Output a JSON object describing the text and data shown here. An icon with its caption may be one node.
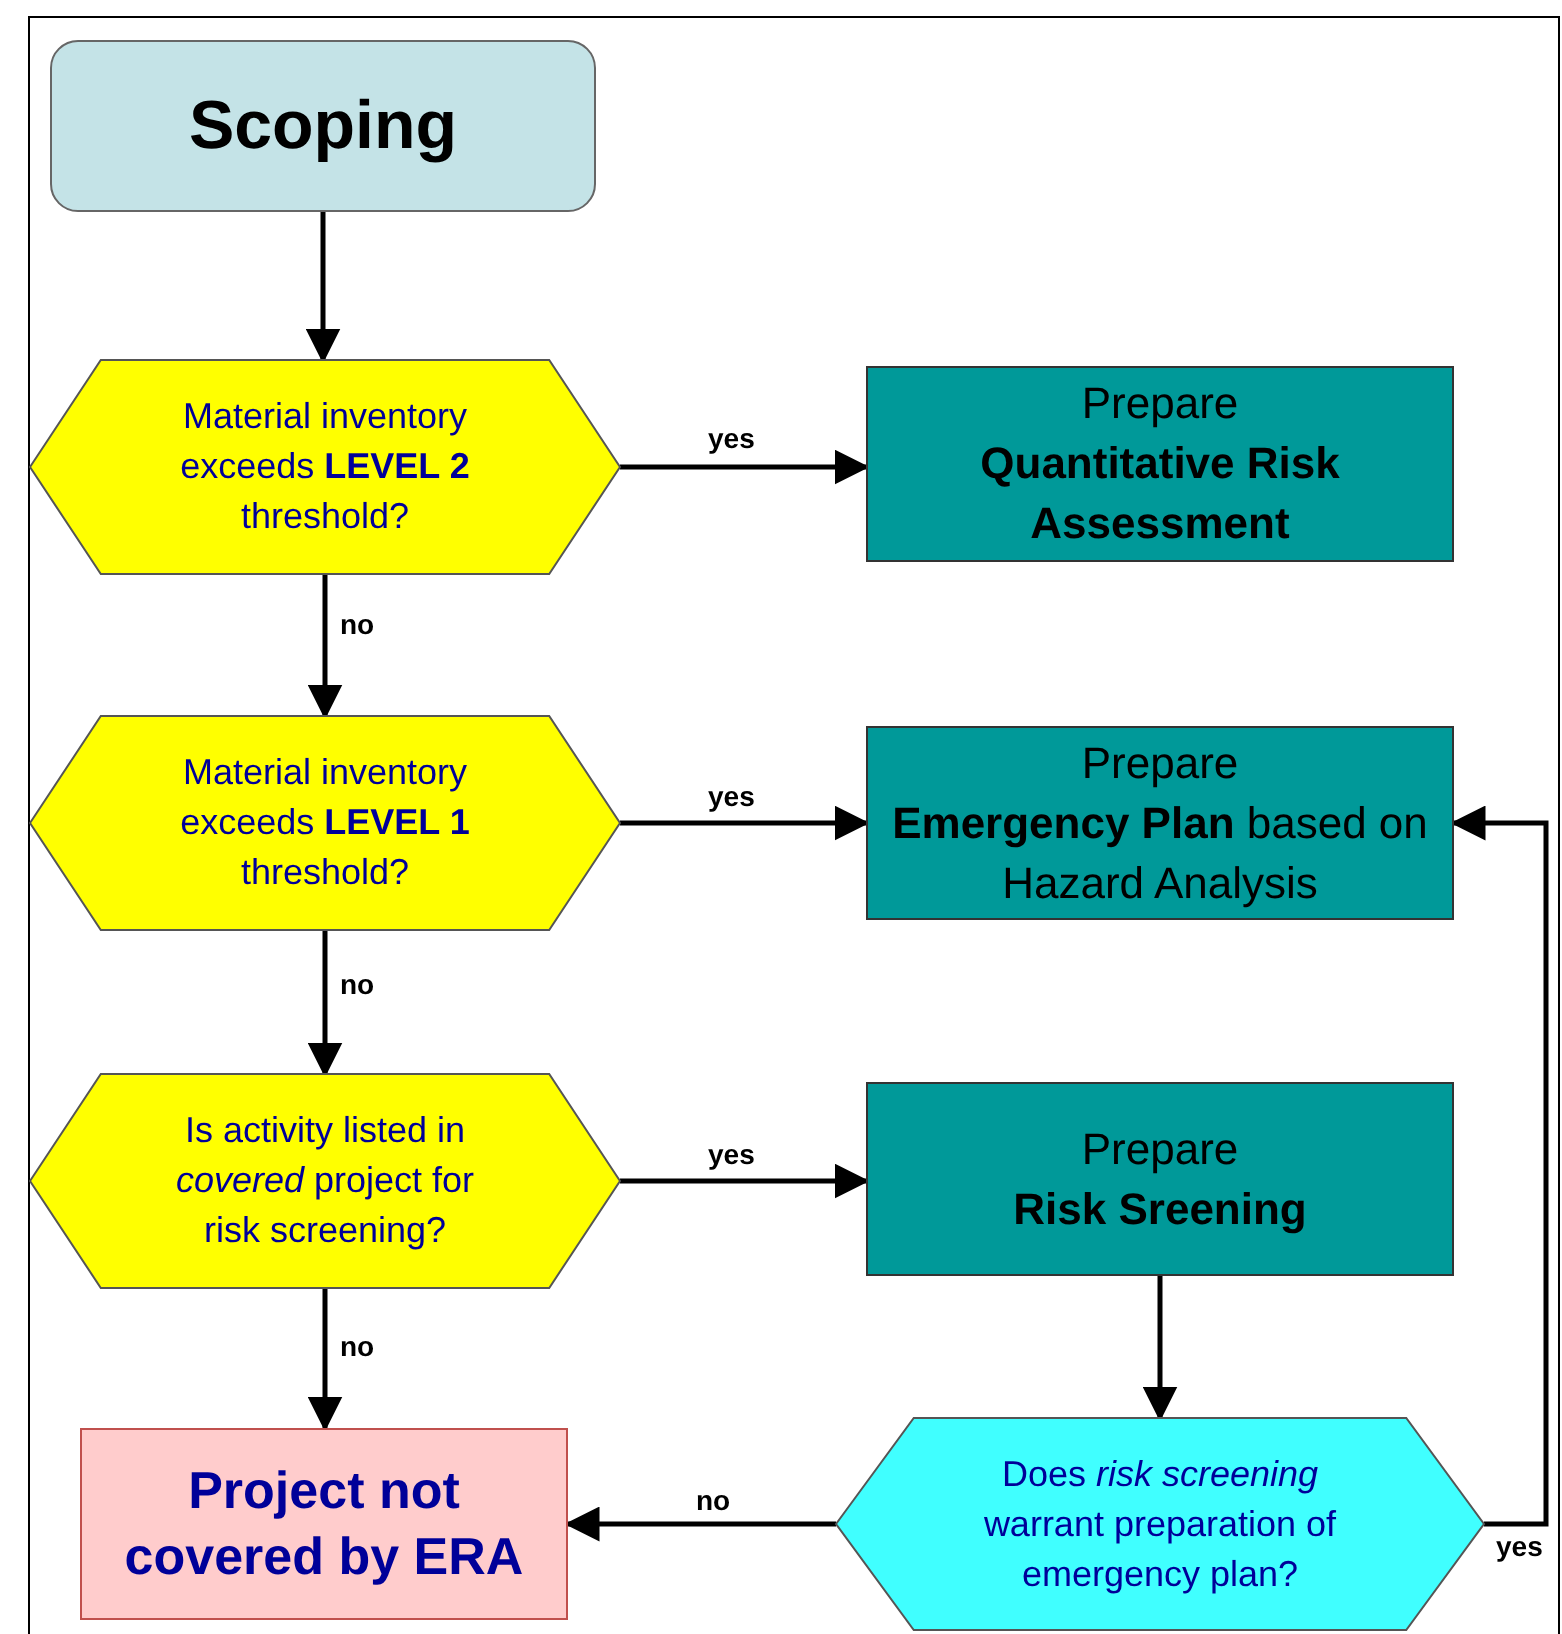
{
  "diagram": {
    "nodes": [
      {
        "text": [
          "Scoping"
        ]
      },
      {
        "text": [
          "Material inventory exceeds **LEVEL 2** threshold?"
        ]
      },
      {
        "text": [
          "Prepare",
          "Quantitative Risk Assessment"
        ]
      },
      {
        "text": [
          "Material inventory exceeds **LEVEL 1** threshold?"
        ]
      },
      {
        "text": [
          "Prepare",
          "**Emergency Plan** based on Hazard Analysis"
        ]
      },
      {
        "text": [
          "Is activity listed in *covered* project for risk screening?"
        ]
      },
      {
        "text": [
          "Prepare",
          "Risk Sreening"
        ]
      },
      {
        "text": [
          "Project not covered by ERA"
        ]
      },
      {
        "text": [
          "Does *risk screening* warrant preparation of emergency plan?"
        ]
      }
    ],
    "edges": [
      {
        "from": 0,
        "to": 1,
        "arrow": "to"
      },
      {
        "from": 1,
        "to": 2,
        "arrow": "to",
        "label": "yes"
      },
      {
        "from": 1,
        "to": 3,
        "arrow": "to",
        "label": "no"
      },
      {
        "from": 3,
        "to": 4,
        "arrow": "to",
        "label": "yes"
      },
      {
        "from": 3,
        "to": 5,
        "arrow": "to",
        "label": "no"
      },
      {
        "from": 5,
        "to": 6,
        "arrow": "to",
        "label": "yes"
      },
      {
        "from": 5,
        "to": 7,
        "arrow": "to",
        "label": "no"
      },
      {
        "from": 6,
        "to": 8,
        "arrow": "to"
      },
      {
        "from": 8,
        "to": 7,
        "arrow": "to",
        "label": "no"
      },
      {
        "from": 8,
        "to": 4,
        "arrow": "to",
        "label": "yes"
      }
    ]
  }
}
